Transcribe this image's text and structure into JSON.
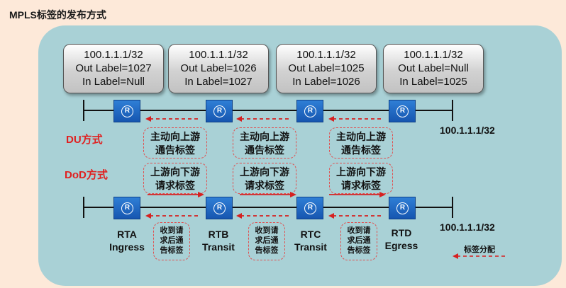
{
  "title": "MPLS标签的发布方式",
  "tables": [
    {
      "prefix": "100.1.1.1/32",
      "out_label": "Out Label=1027",
      "in_label": "In Label=Null"
    },
    {
      "prefix": "100.1.1.1/32",
      "out_label": "Out Label=1026",
      "in_label": "In Label=1027"
    },
    {
      "prefix": "100.1.1.1/32",
      "out_label": "Out Label=1025",
      "in_label": "In Label=1026"
    },
    {
      "prefix": "100.1.1.1/32",
      "out_label": "Out Label=Null",
      "in_label": "In Label=1025"
    }
  ],
  "destination_prefix_top": "100.1.1.1/32",
  "destination_prefix_bottom": "100.1.1.1/32",
  "modes": {
    "du": "DU方式",
    "dod": "DoD方式"
  },
  "du_boxes": [
    {
      "line1": "主动向上游",
      "line2": "通告标签"
    },
    {
      "line1": "主动向上游",
      "line2": "通告标签"
    },
    {
      "line1": "主动向上游",
      "line2": "通告标签"
    }
  ],
  "dod_boxes": [
    {
      "line1": "上游向下游",
      "line2": "请求标签"
    },
    {
      "line1": "上游向下游",
      "line2": "请求标签"
    },
    {
      "line1": "上游向下游",
      "line2": "请求标签"
    }
  ],
  "reply_boxes": [
    {
      "line1": "收到请",
      "line2": "求后通",
      "line3": "告标签"
    },
    {
      "line1": "收到请",
      "line2": "求后通",
      "line3": "告标签"
    },
    {
      "line1": "收到请",
      "line2": "求后通",
      "line3": "告标签"
    }
  ],
  "routers": [
    {
      "name": "RTA",
      "role": "Ingress",
      "icon": "router-icon"
    },
    {
      "name": "RTB",
      "role": "Transit",
      "icon": "router-icon"
    },
    {
      "name": "RTC",
      "role": "Transit",
      "icon": "router-icon"
    },
    {
      "name": "RTD",
      "role": "Egress",
      "icon": "router-icon"
    }
  ],
  "router_symbol": "R",
  "legend": {
    "label": "标签分配"
  },
  "colors": {
    "label_arrow": "#d62020",
    "router": "#1f66c2",
    "panel": "#a9d1d6",
    "background": "#fde9d9"
  }
}
